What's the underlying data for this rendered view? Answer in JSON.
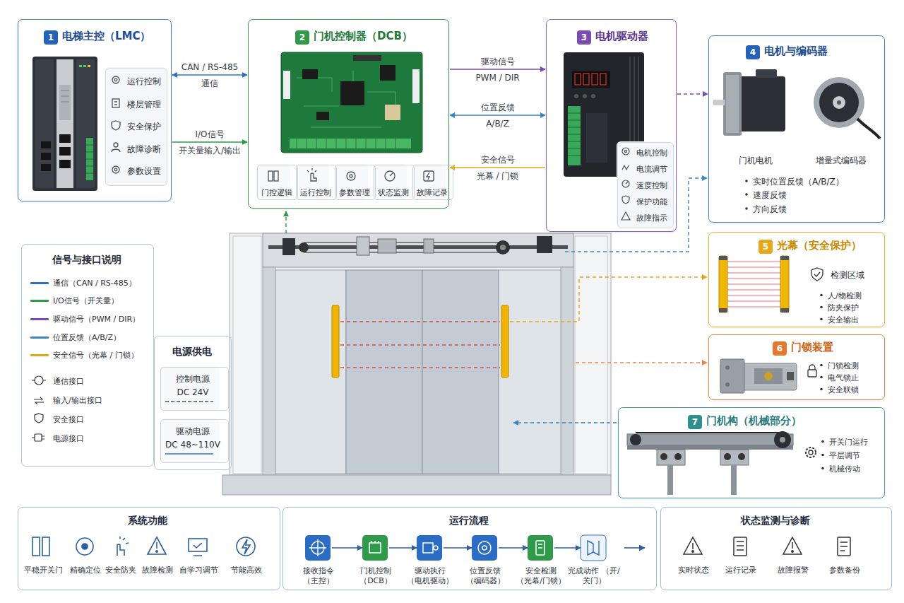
{
  "diagram": {
    "nodes": [
      {
        "text": [
          "1",
          "电梯主控（LMC）"
        ]
      },
      {
        "text": [
          "运行控制",
          "楼层管理",
          "安全保护",
          "故障诊断",
          "参数设置"
        ],
        "in": 0
      },
      {
        "text": [
          "2",
          "门机控制器（DCB）"
        ]
      },
      {
        "text": [
          "门控逻辑"
        ],
        "in": 2
      },
      {
        "text": [
          "运行控制"
        ],
        "in": 2
      },
      {
        "text": [
          "参数管理"
        ],
        "in": 2
      },
      {
        "text": [
          "状态监测"
        ],
        "in": 2
      },
      {
        "text": [
          "故障记录"
        ],
        "in": 2
      },
      {
        "text": [
          "3",
          "电机驱动器"
        ]
      },
      {
        "text": [
          "电机控制",
          "电流调节",
          "速度控制",
          "保护功能",
          "故障指示"
        ],
        "in": 8
      },
      {
        "text": [
          "4",
          "电机与编码器",
          "门机电机",
          "增量式编码器",
          "实时位置反馈（A/B/Z）",
          "速度反馈",
          "方向反馈"
        ]
      },
      {
        "text": [
          "5",
          "光幕（安全保护）",
          "检测区域",
          "人/物检测",
          "防夹保护",
          "安全输出"
        ]
      },
      {
        "text": [
          "6",
          "门锁装置",
          "门锁检测",
          "电气锁止",
          "安全联锁"
        ]
      },
      {
        "text": [
          "7",
          "门机构（机械部分）",
          "开关门运行",
          "平层调节",
          "机械传动"
        ]
      },
      {
        "text": [
          "信号与接口说明"
        ]
      },
      {
        "text": [
          "电源供电"
        ]
      },
      {
        "text": [
          "控制电源",
          "DC 24V"
        ],
        "in": 15
      },
      {
        "text": [
          "驱动电源",
          "DC 48~110V"
        ],
        "in": 15
      },
      {
        "text": [
          "系统功能",
          "平稳开关门",
          "精确定位",
          "安全防夹",
          "故障检测",
          "自学习调节",
          "节能高效"
        ]
      },
      {
        "text": [
          "运行流程"
        ]
      },
      {
        "text": [
          "接收指令 （主控）"
        ],
        "in": 19
      },
      {
        "text": [
          "门机控制 （DCB）"
        ],
        "in": 19
      },
      {
        "text": [
          "驱动执行 （电机驱动）"
        ],
        "in": 19
      },
      {
        "text": [
          "位置反馈 （编码器）"
        ],
        "in": 19
      },
      {
        "text": [
          "安全检测 （光幕/门锁）"
        ],
        "in": 19
      },
      {
        "text": [
          "完成动作 （开/关门）"
        ],
        "in": 19
      },
      {
        "text": [
          "状态监测与诊断",
          "实时状态",
          "运行记录",
          "故障报警",
          "参数备份"
        ]
      }
    ],
    "edges": [
      {
        "from": 0,
        "to": 2,
        "label": "CAN / RS-485",
        "arrow": "both"
      },
      {
        "from": 0,
        "to": 2,
        "label": "I/O信号",
        "arrow": "to"
      },
      {
        "from": 2,
        "to": 8,
        "label": "驱动信号",
        "arrow": "to"
      },
      {
        "from": 2,
        "to": 8,
        "label": "位置反馈",
        "arrow": "both"
      },
      {
        "from": 8,
        "to": 2,
        "label": "安全信号",
        "arrow": "to"
      },
      {
        "from": 8,
        "to": 10,
        "arrow": "to"
      },
      {
        "from": 20,
        "to": 21,
        "arrow": "to"
      },
      {
        "from": 21,
        "to": 22,
        "arrow": "to"
      },
      {
        "from": 22,
        "to": 23,
        "arrow": "to"
      },
      {
        "from": 23,
        "to": 24,
        "arrow": "to"
      },
      {
        "from": 24,
        "to": 25,
        "arrow": "to"
      }
    ],
    "labels": [
      "通信",
      "开关量输入/输出",
      "PWM / DIR",
      "A/B/Z",
      "光幕 / 门锁"
    ],
    "legend": [
      {
        "text": "通信（CAN / RS-485）",
        "color": "#2f6fc4"
      },
      {
        "text": "I/O信号（开关量）",
        "color": "#2e9a4a"
      },
      {
        "text": "驱动信号（PWM / DIR）",
        "color": "#7a4bb5"
      },
      {
        "text": "位置反馈（A/B/Z）",
        "color": "#3a86c8"
      },
      {
        "text": "安全信号（光幕 / 门锁）",
        "color": "#e0a81c"
      },
      {
        "text": "通信接口"
      },
      {
        "text": "输入/输出接口"
      },
      {
        "text": "安全接口"
      },
      {
        "text": "电源接口"
      }
    ]
  }
}
